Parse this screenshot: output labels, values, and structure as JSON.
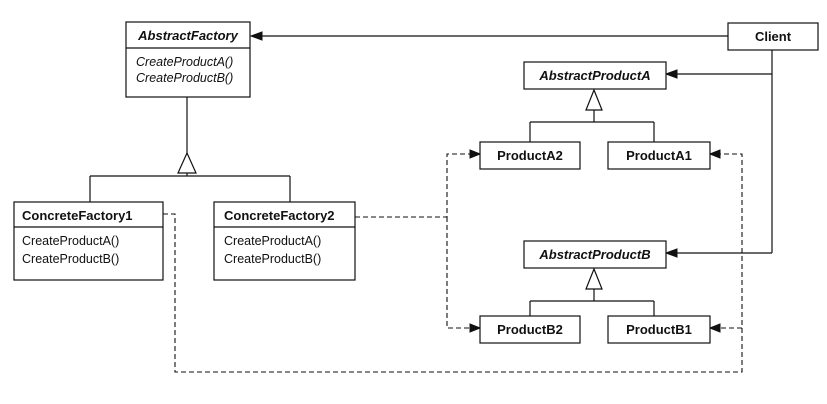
{
  "abstract_factory": {
    "name": "AbstractFactory",
    "operations": [
      "CreateProductA()",
      "CreateProductB()"
    ]
  },
  "concrete_factory_1": {
    "name": "ConcreteFactory1",
    "operations": [
      "CreateProductA()",
      "CreateProductB()"
    ]
  },
  "concrete_factory_2": {
    "name": "ConcreteFactory2",
    "operations": [
      "CreateProductA()",
      "CreateProductB()"
    ]
  },
  "client": {
    "name": "Client"
  },
  "abstract_product_a": {
    "name": "AbstractProductA"
  },
  "abstract_product_b": {
    "name": "AbstractProductB"
  },
  "product_a2": {
    "name": "ProductA2"
  },
  "product_a1": {
    "name": "ProductA1"
  },
  "product_b2": {
    "name": "ProductB2"
  },
  "product_b1": {
    "name": "ProductB1"
  }
}
